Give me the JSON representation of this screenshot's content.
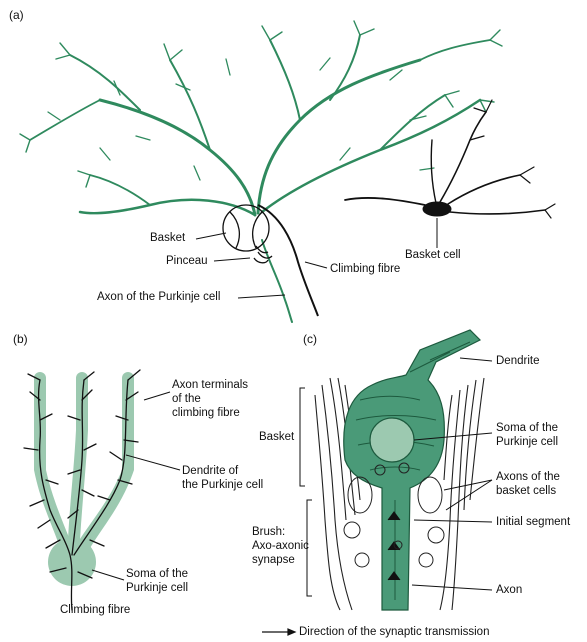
{
  "panels": {
    "a": "(a)",
    "b": "(b)",
    "c": "(c)"
  },
  "labels_a": {
    "basket": "Basket",
    "pinceau": "Pinceau",
    "axon_purkinje": "Axon of the Purkinje cell",
    "climbing_fibre": "Climbing fibre",
    "basket_cell": "Basket cell"
  },
  "labels_b": {
    "axon_terminals": "Axon terminals\nof the\nclimbing fibre",
    "dendrite": "Dendrite of\nthe Purkinje cell",
    "soma": "Soma of the\nPurkinje cell",
    "climbing_fibre": "Climbing fibre"
  },
  "labels_c": {
    "dendrite": "Dendrite",
    "basket": "Basket",
    "soma": "Soma of the\nPurkinje cell",
    "axons_basket": "Axons of the\nbasket cells",
    "initial_segment": "Initial segment",
    "brush": "Brush:\nAxo-axonic\nsynapse",
    "axon": "Axon"
  },
  "legend": {
    "text": "Direction of the synaptic transmission"
  },
  "colors": {
    "purkinje_green": "#2f8a5e",
    "light_green": "#9cc9b0",
    "mid_green": "#4a9a78",
    "ink": "#111111"
  }
}
